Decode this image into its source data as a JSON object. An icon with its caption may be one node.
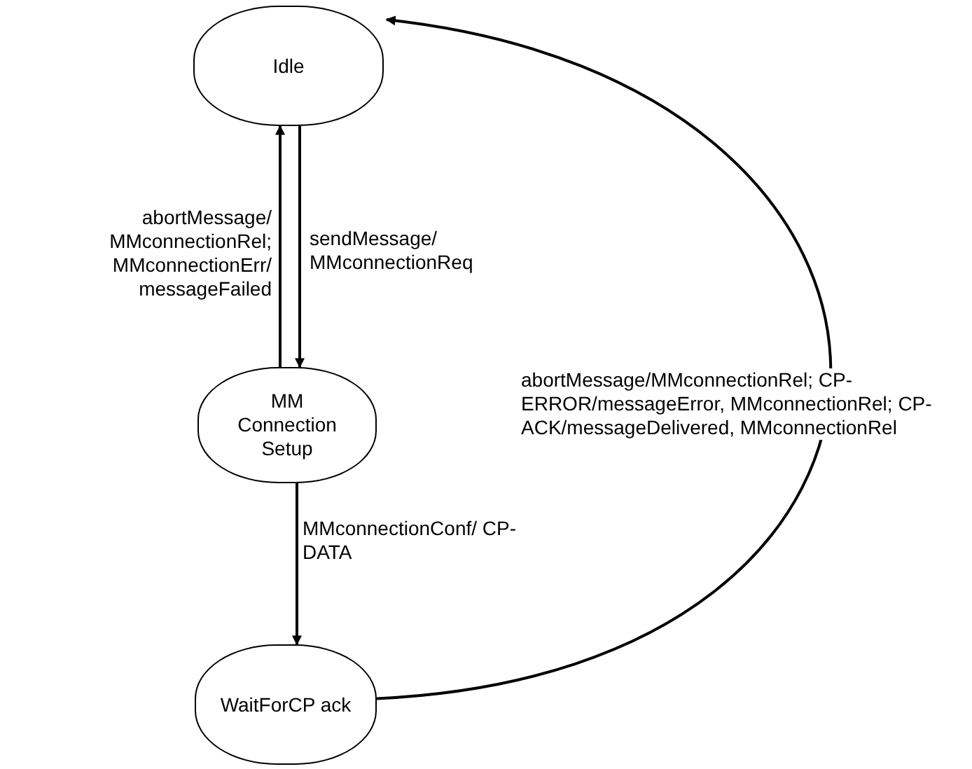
{
  "diagram": {
    "nodes": [
      {
        "text": [
          "Idle"
        ]
      },
      {
        "text": [
          "MM Connection Setup"
        ]
      },
      {
        "text": [
          "WaitForCP ack"
        ]
      }
    ],
    "edges": [
      {
        "from": 1,
        "to": 0,
        "arrow": "to",
        "label": "abortMessage/ MMconnectionRel; MMconnectionErr/ messageFailed"
      },
      {
        "from": 0,
        "to": 1,
        "arrow": "to",
        "label": "sendMessage/ MMconnectionReq"
      },
      {
        "from": 1,
        "to": 2,
        "arrow": "to",
        "label": "MMconnectionConf/ CP-DATA"
      },
      {
        "from": 2,
        "to": 0,
        "arrow": "to",
        "label": "abortMessage/MMconnectionRel; CP-ERROR/messageError, MMconnectionRel; CP-ACK/messageDelivered, MMconnectionRel"
      }
    ]
  }
}
